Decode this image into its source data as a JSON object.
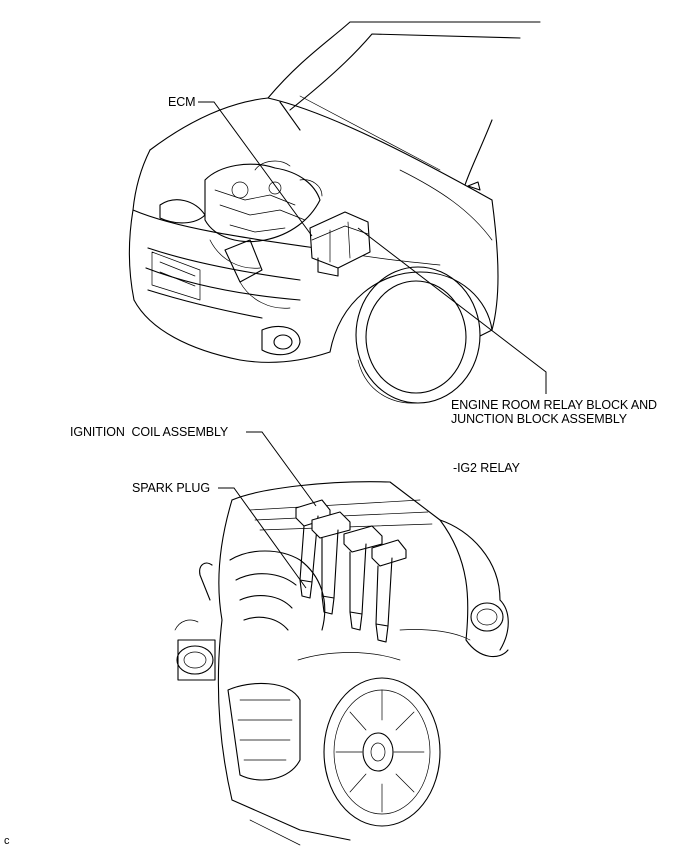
{
  "labels": {
    "ecm": "ECM",
    "relay_block_line1": "ENGINE ROOM RELAY BLOCK AND",
    "relay_block_line2": "JUNCTION BLOCK ASSEMBLY",
    "ignition_coil": "IGNITION  COIL ASSEMBLY",
    "ig2_relay": "-IG2 RELAY",
    "spark_plug": "SPARK PLUG",
    "corner_code": "c"
  }
}
